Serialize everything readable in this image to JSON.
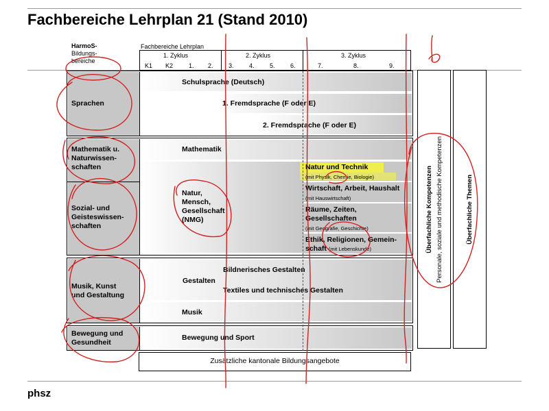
{
  "title": "Fachbereiche  Lehrplan 21 (Stand 2010)",
  "footer": "phsz",
  "header": {
    "harmos": "HarmoS-",
    "bildungs": "Bildungs-",
    "bereiche": "bereiche",
    "fachbereiche_lehrplan": "Fachbereiche Lehrplan",
    "zyklus1": "1. Zyklus",
    "zyklus2": "2. Zyklus",
    "zyklus3": "3. Zyklus",
    "grades": [
      "K1",
      "K2",
      "1.",
      "2.",
      "3.",
      "4.",
      "5.",
      "6.",
      "7.",
      "8.",
      "9."
    ]
  },
  "areas": {
    "sprachen": "Sprachen",
    "mathematik": [
      "Mathematik u.",
      "Naturwissen-",
      "schaften"
    ],
    "sozial": [
      "Sozial- und",
      "Geisteswissen-",
      "schaften"
    ],
    "musik": [
      "Musik, Kunst",
      "und Gestaltung"
    ],
    "bewegung": [
      "Bewegung und",
      "Gesundheit"
    ]
  },
  "subjects": {
    "schulsprache": "Schulsprache (Deutsch)",
    "fremdsprache1": "1. Fremdsprache (F oder E)",
    "fremdsprache2": "2. Fremdsprache (F oder E)",
    "mathematik": "Mathematik",
    "nmg": [
      "Natur,",
      "Mensch,",
      "Gesellschaft",
      "(NMG)"
    ],
    "natur_technik": "Natur und Technik",
    "natur_technik_sub": "(mit Physik, Chemie, Biologie)",
    "wirtschaft": "Wirtschaft, Arbeit, Haushalt",
    "wirtschaft_sub": "(mit Hauswirtschaft)",
    "raeume": [
      "Räume, Zeiten,",
      "Gesellschaften"
    ],
    "raeume_sub": "(mit Geografie, Geschichte)",
    "ethik": [
      "Ethik, Religionen, Gemein-",
      "schaft"
    ],
    "ethik_sub": "(mit Lebenskunde)",
    "bildnerisches": "Bildnerisches Gestalten",
    "gestalten": "Gestalten",
    "textiles": "Textiles und technisches Gestalten",
    "musik": "Musik",
    "bewegung_sport": "Bewegung und Sport",
    "zusaetzlich": "Zusätzliche kantonale Bildungsangebote"
  },
  "side": {
    "kompetenzen": "Überfachliche Kompetenzen",
    "kompetenzen_sub": "Personale, soziale und methodische Kompetenzen",
    "themen": "Überfachliche Themen"
  },
  "colors": {
    "ink": "#d42020",
    "highlight": "#f5f53a",
    "cell_gray": "#c7c7c7"
  }
}
